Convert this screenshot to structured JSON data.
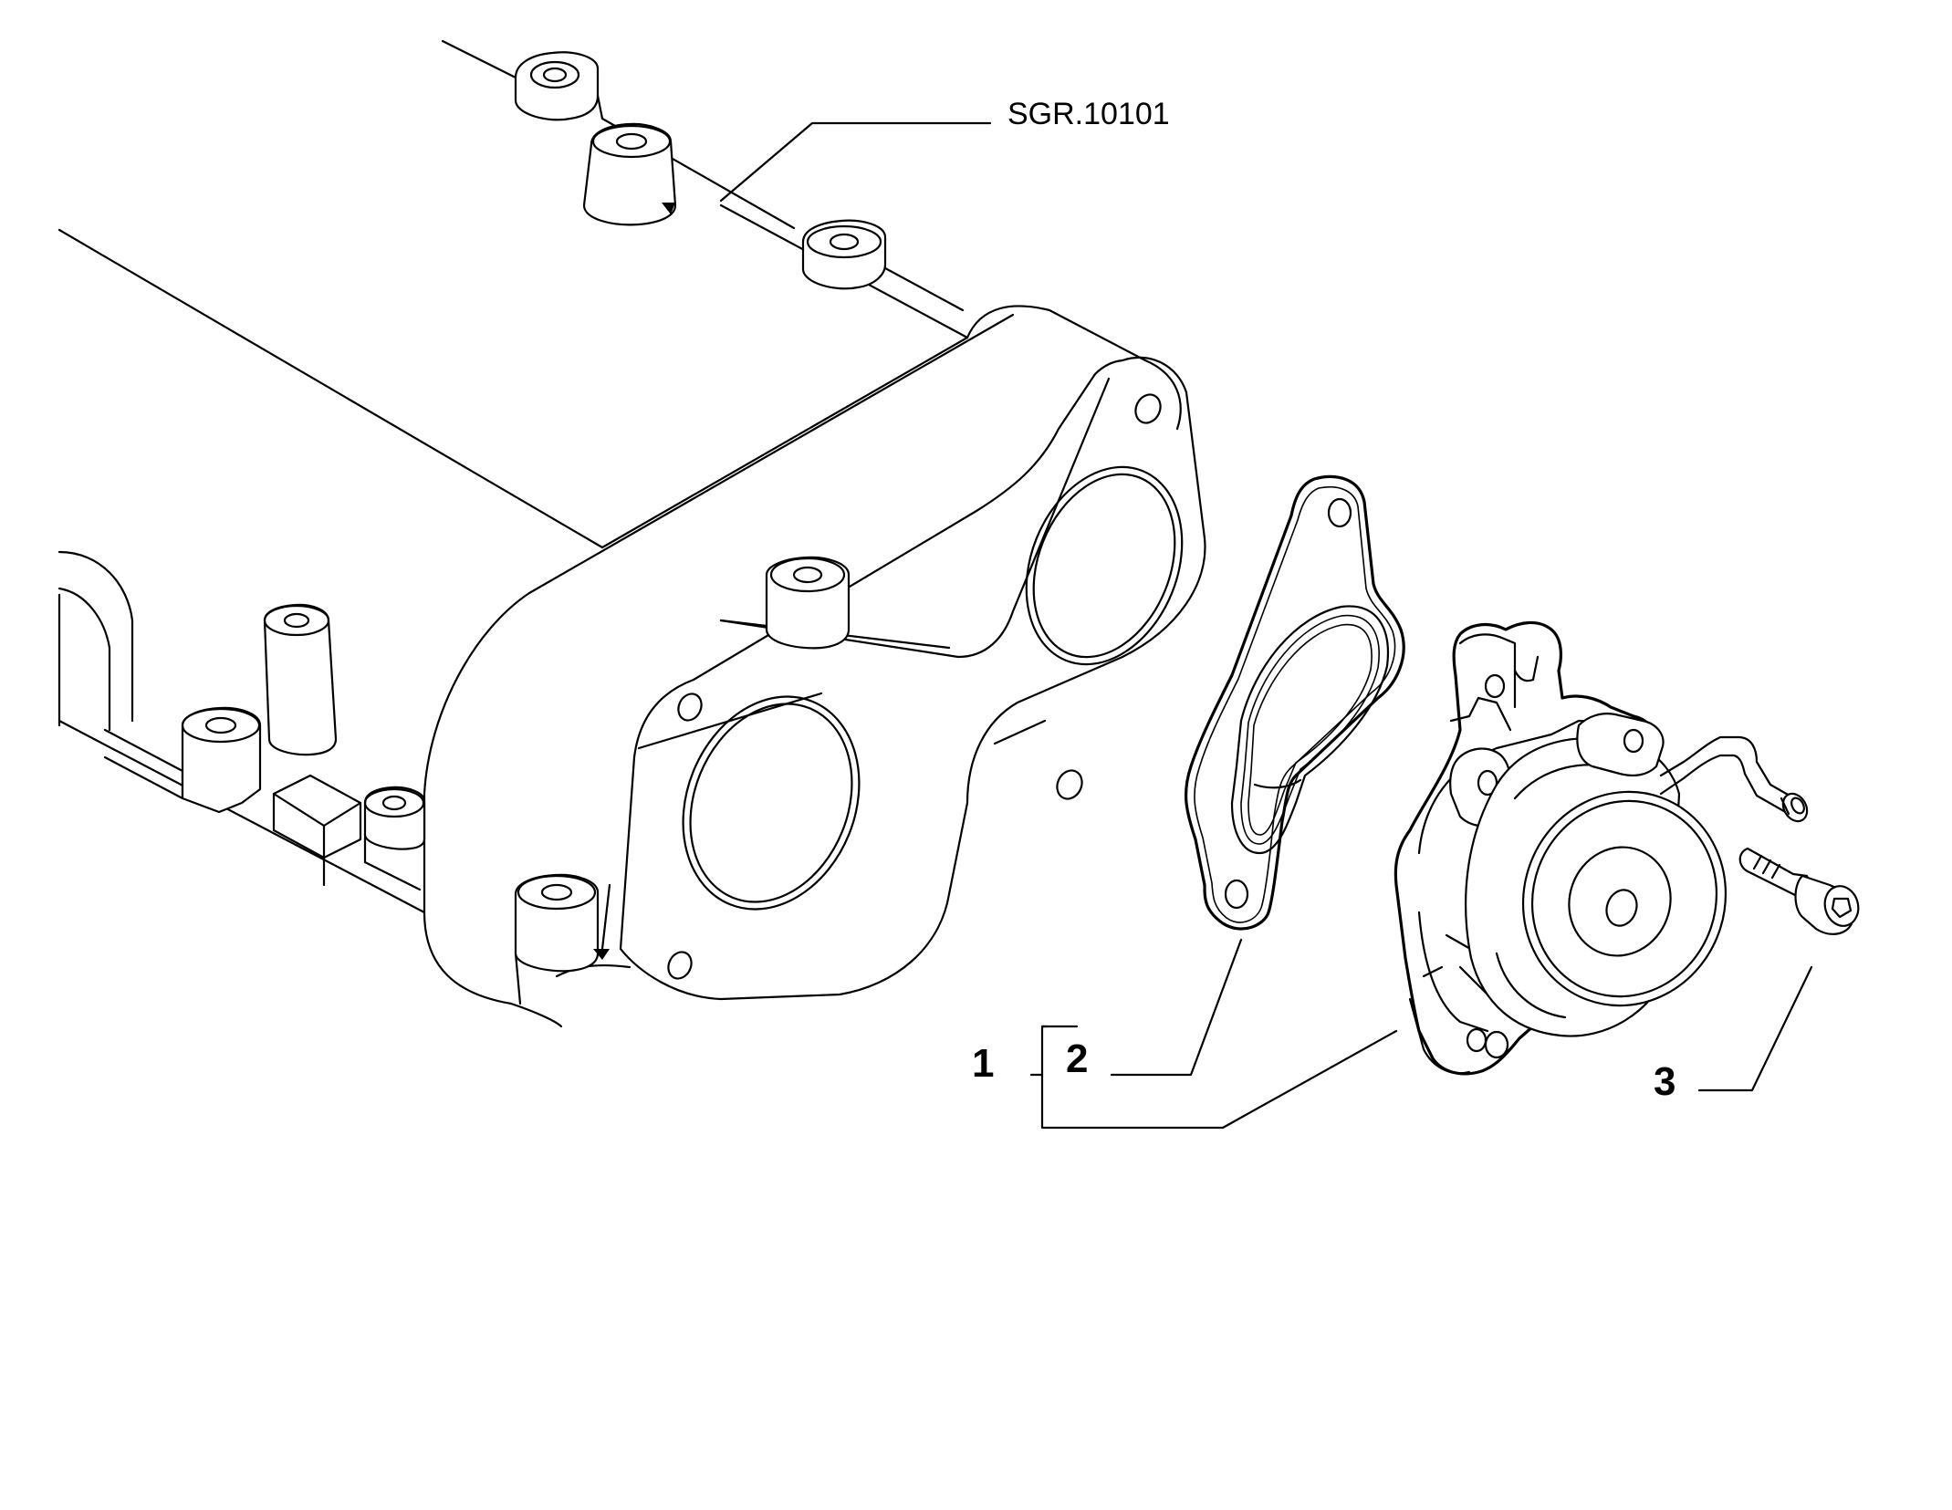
{
  "diagram": {
    "reference_label": "SGR.10101",
    "callouts": [
      {
        "id": "1",
        "label": "1"
      },
      {
        "id": "2",
        "label": "2"
      },
      {
        "id": "3",
        "label": "3"
      }
    ],
    "line_color": "#000000",
    "background_color": "#ffffff"
  }
}
